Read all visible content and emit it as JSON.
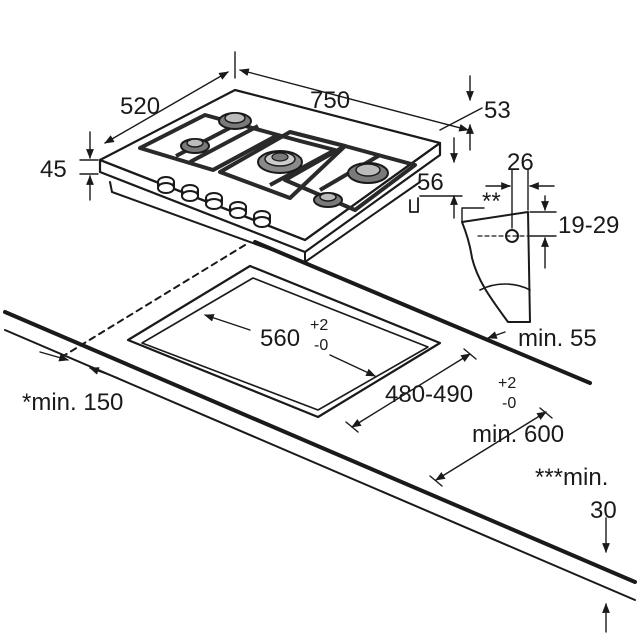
{
  "colors": {
    "ink": "#1a1a1a",
    "paper": "#ffffff",
    "grate": "#2a2a2a",
    "burner": "#7a7a7a"
  },
  "hob": {
    "width": "750",
    "depth": "520",
    "height_front": "45",
    "height_back": "53",
    "rear_offset": "56",
    "burner_count": 5,
    "knob_count": 5
  },
  "bracket": {
    "thickness": "26",
    "clamp_range": "19-29",
    "note": "**"
  },
  "cutout": {
    "width": "560",
    "width_tol_plus": "+2",
    "width_tol_minus": "-0",
    "depth": "480-490",
    "depth_tol_plus": "+2",
    "depth_tol_minus": "-0"
  },
  "clearances": {
    "back": "min. 55",
    "side": "*min. 150",
    "worktop_depth": "min. 600",
    "front_label": "***min.",
    "front_value": "30"
  }
}
